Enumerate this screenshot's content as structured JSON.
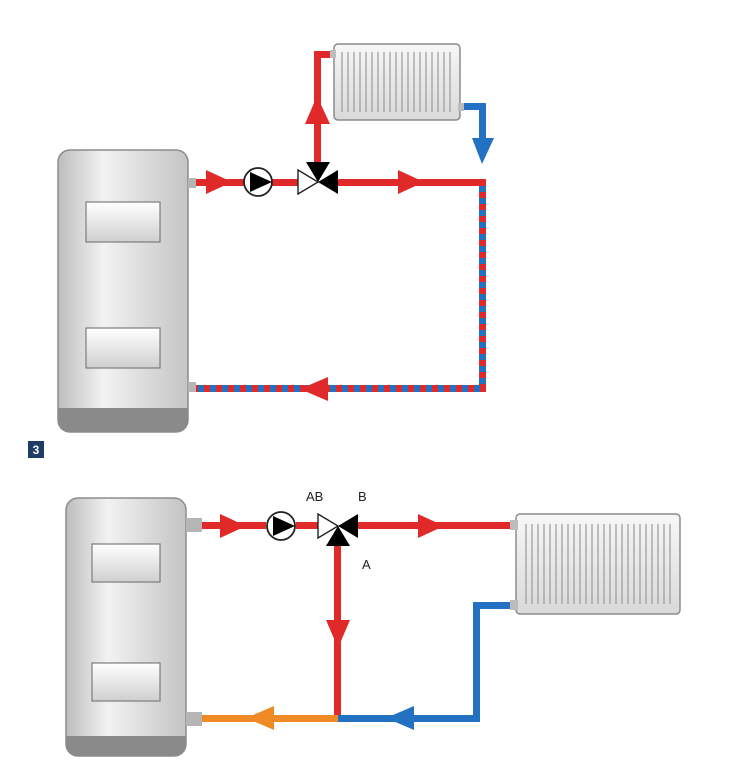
{
  "figure_number": "3",
  "valve_ports": {
    "ab": "AB",
    "b": "B",
    "a": "A"
  },
  "colors": {
    "supply": "#e02a2a",
    "return": "#2271c3",
    "mixed": "#f08a24",
    "badge": "#1f3d66",
    "boiler_body": "#d6d6d6",
    "boiler_base": "#8a8a8a"
  },
  "components": {
    "top": [
      "boiler",
      "pump",
      "three-way-valve",
      "radiator"
    ],
    "bottom": [
      "boiler",
      "pump",
      "three-way-valve",
      "radiator"
    ]
  }
}
